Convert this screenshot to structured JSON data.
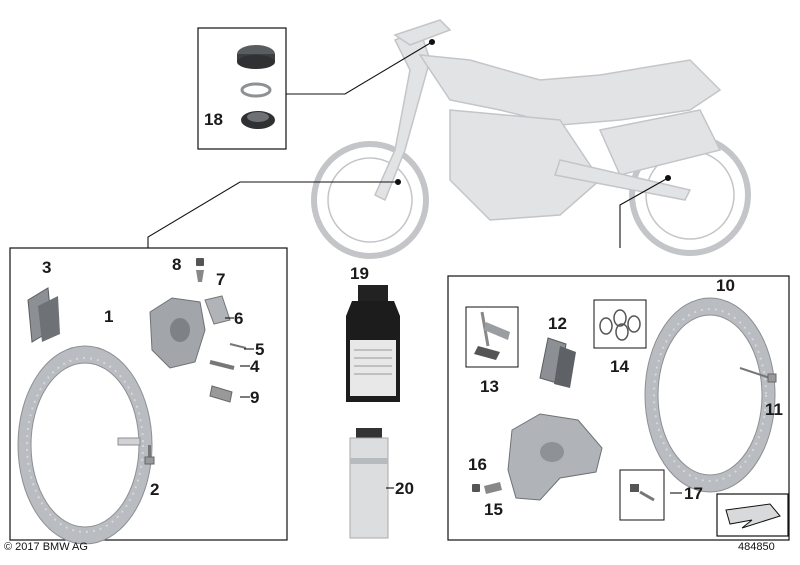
{
  "callouts": {
    "n1": "1",
    "n2": "2",
    "n3": "3",
    "n4": "4",
    "n5": "5",
    "n6": "6",
    "n7": "7",
    "n8": "8",
    "n9": "9",
    "n10": "10",
    "n11": "11",
    "n12": "12",
    "n13": "13",
    "n14": "14",
    "n15": "15",
    "n16": "16",
    "n17": "17",
    "n18": "18",
    "n19": "19",
    "n20": "20"
  },
  "footer": {
    "copyright": "© 2017 BMW AG",
    "diagram_id": "484850"
  },
  "colors": {
    "line": "#111111",
    "motorcycle": "#d4d6d9",
    "part": "#9a9ea3",
    "part_dark": "#4a4d50",
    "bottle": "#1f1f1f",
    "spray": "#d9dadb"
  }
}
